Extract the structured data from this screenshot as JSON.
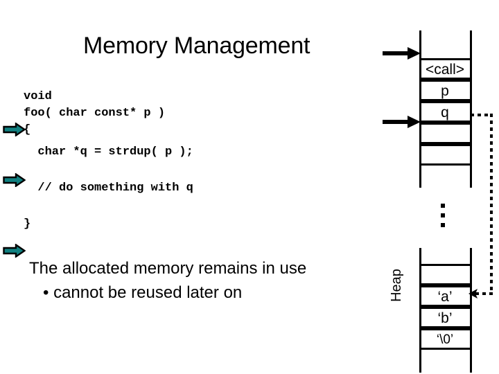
{
  "slide": {
    "title": "Memory Management",
    "background": "#ffffff",
    "accent_teal": "#108080"
  },
  "code": {
    "line_void": "void",
    "line_signature": "foo( char const* p )",
    "line_open_brace": "{",
    "line_strdup": "  char *q = strdup( p );",
    "line_comment": "  // do something with q",
    "line_close_brace": "}"
  },
  "prose": {
    "line1": "The allocated memory remains in use",
    "line2": "• cannot be reused later on"
  },
  "diagram": {
    "stack_cells": [
      {
        "label": "<call>"
      },
      {
        "label": "p"
      },
      {
        "label": "q"
      },
      {
        "label": ""
      },
      {
        "label": ""
      }
    ],
    "ellipsis": "⋮",
    "heap_label": "Heap",
    "heap_cells": [
      {
        "label": ""
      },
      {
        "label": "‘a’"
      },
      {
        "label": "‘b’"
      },
      {
        "label": "‘\\0’"
      }
    ]
  },
  "markers": {
    "teal_arrow_1": "teal-block-arrow",
    "teal_arrow_2": "teal-block-arrow",
    "teal_arrow_3": "teal-block-arrow",
    "black_arrow_title": "black-right-arrow",
    "black_arrow_q": "black-right-arrow",
    "pointer_path": "dotted-pointer-line"
  }
}
